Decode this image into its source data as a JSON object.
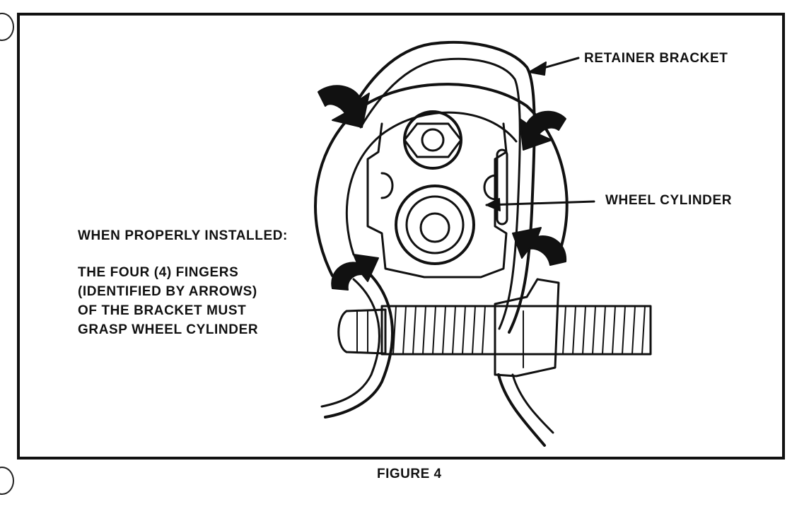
{
  "labels": {
    "retainer_bracket": "RETAINER BRACKET",
    "wheel_cylinder": "WHEEL CYLINDER",
    "installed_heading": "WHEN PROPERLY INSTALLED:"
  },
  "note_lines": [
    "THE FOUR (4) FINGERS",
    "(IDENTIFIED BY ARROWS)",
    "OF THE BRACKET MUST",
    "GRASP WHEEL CYLINDER"
  ],
  "caption": "FIGURE 4",
  "colors": {
    "ink": "#111111",
    "paper": "#ffffff"
  }
}
